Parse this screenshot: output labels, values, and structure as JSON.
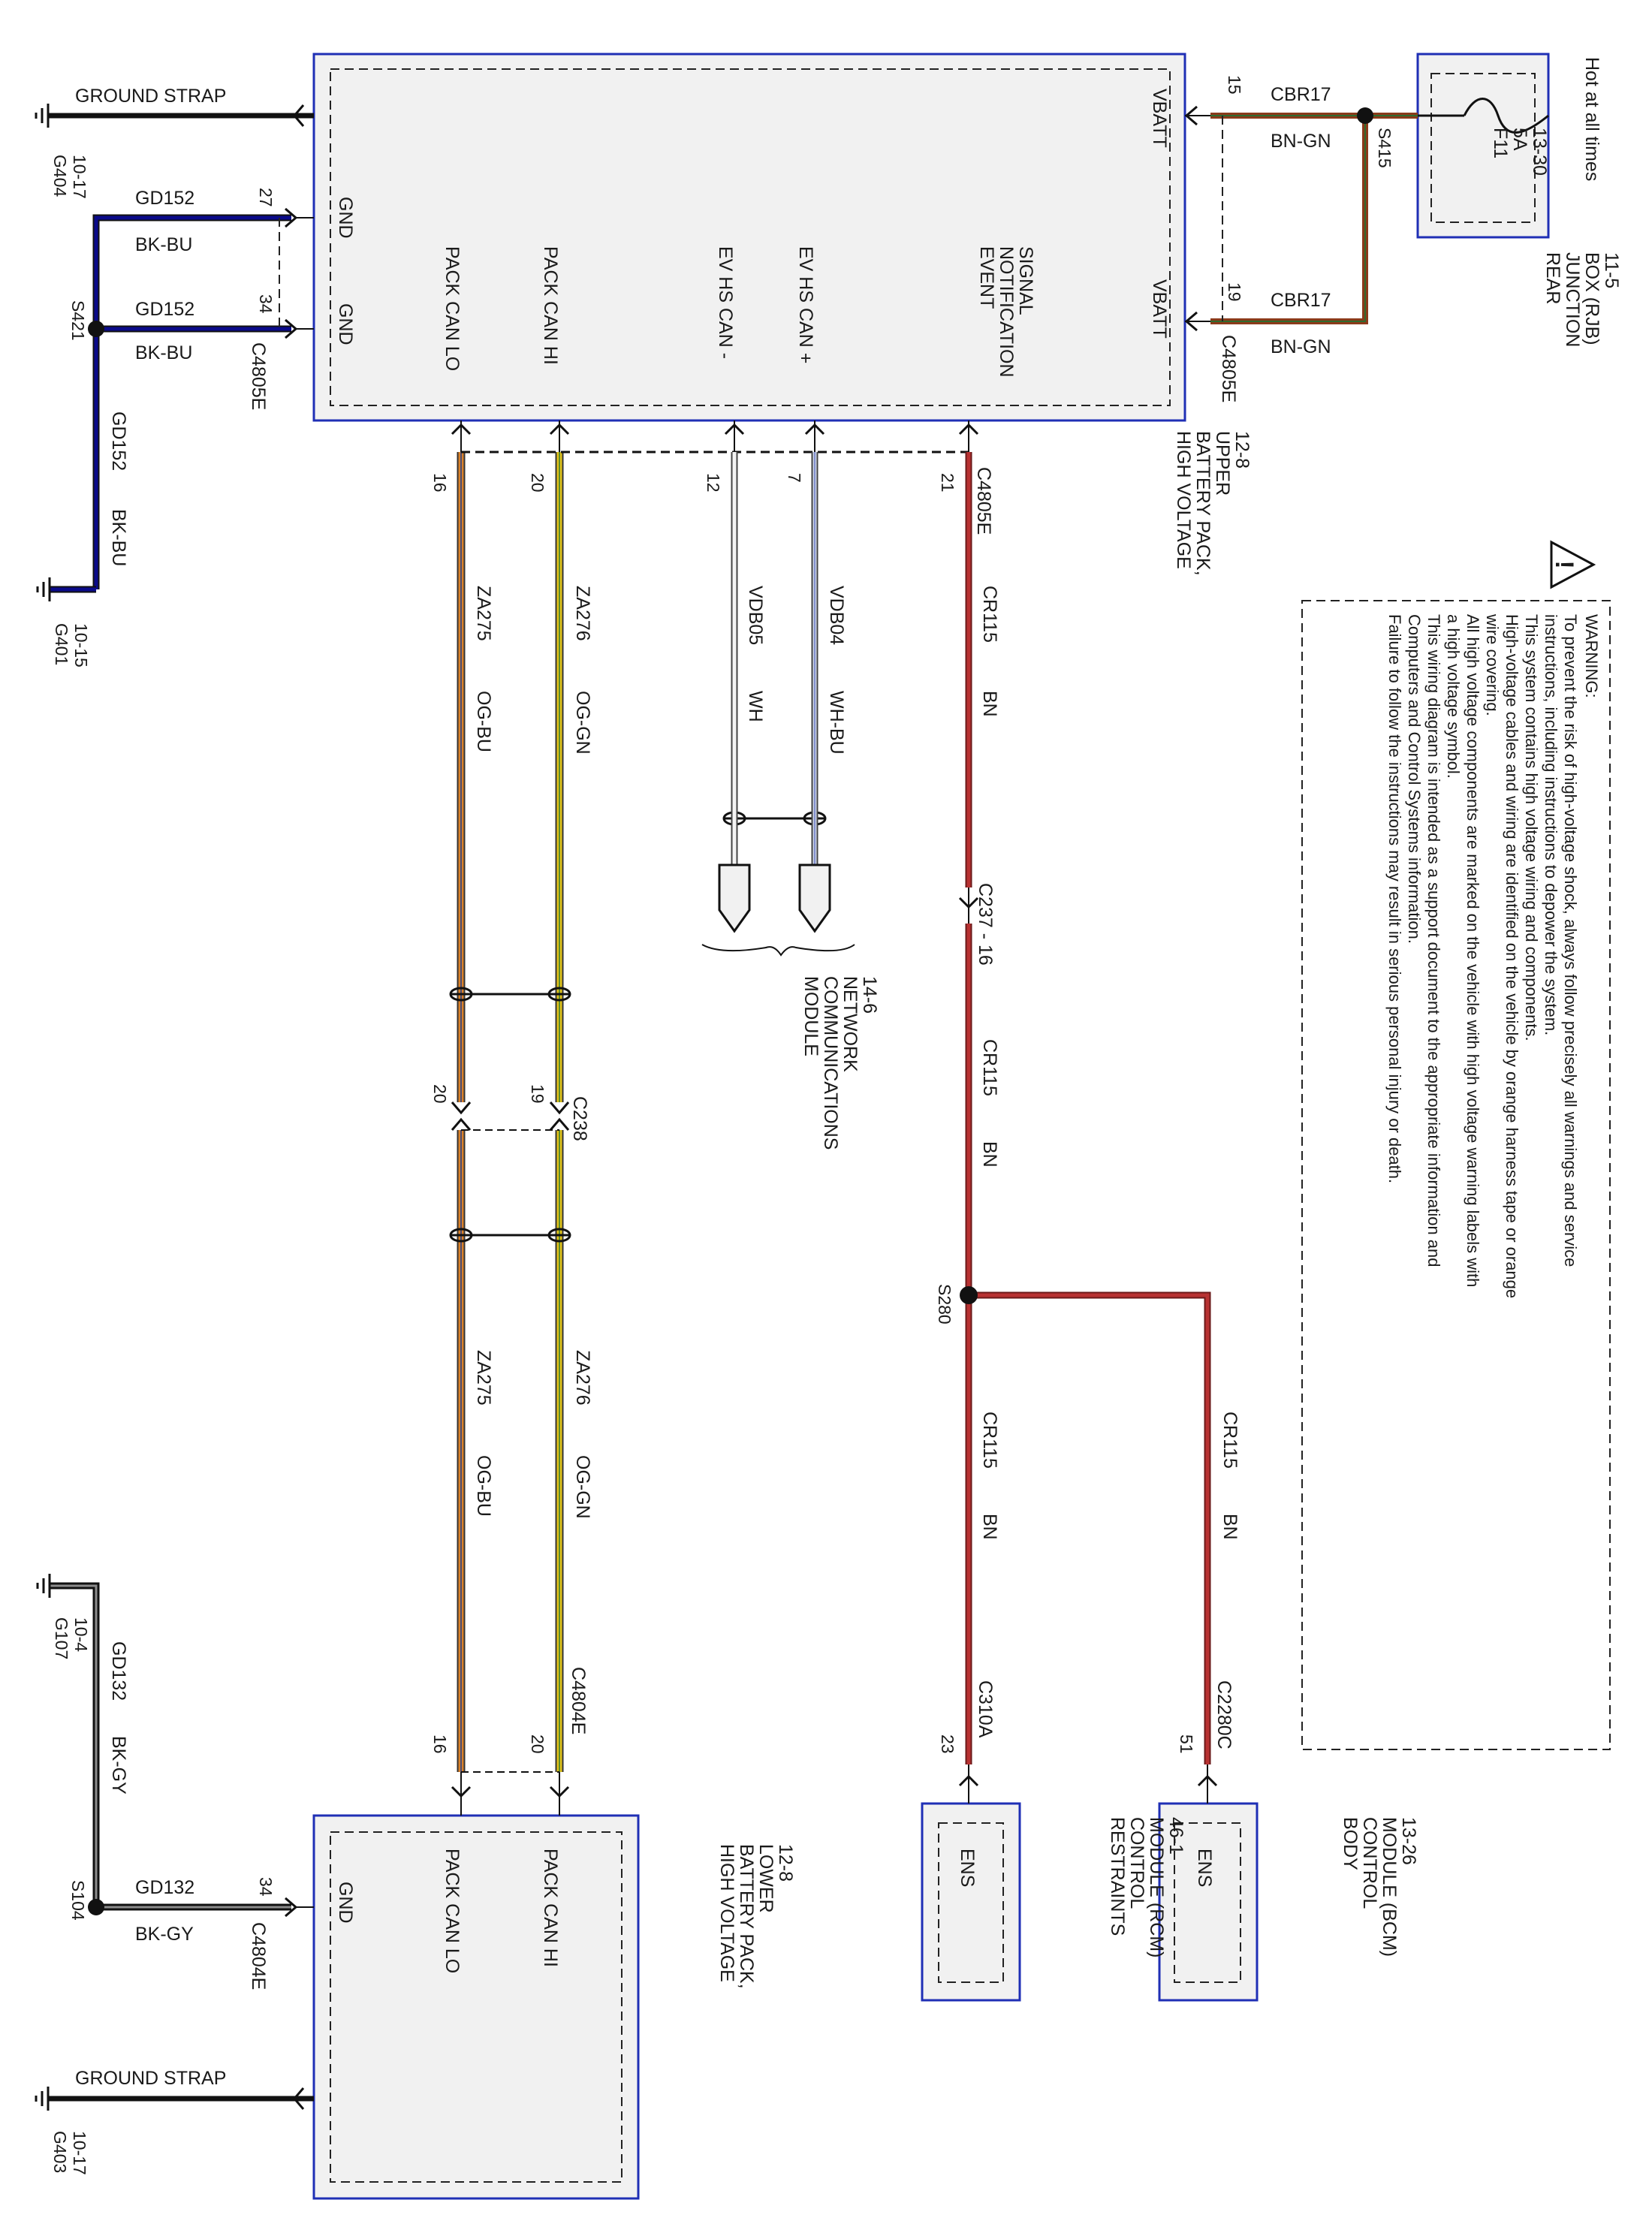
{
  "colors": {
    "box_border": "#1f2fb5",
    "module_fill": "#f1f1f1",
    "wire_BN": "#a52a2a",
    "wire_OG_BU": "#d9822b",
    "wire_OG_GN": "#d4b31a",
    "wire_BK_BU": "#0a0a8a",
    "wire_BK_GY": "#111111",
    "wire_WH": "#e8e8e8",
    "wire_WH_BU": "#cfd8ec",
    "wire_BN_GN": "#8a3a1a"
  },
  "modules": {
    "hvbp_upper": {
      "name": [
        "HIGH VOLTAGE",
        "BATTERY PACK,",
        "UPPER",
        "12-8"
      ],
      "pins": {
        "vbatt1": "VBATT",
        "vbatt2": "VBATT",
        "gnd1": "GND",
        "gnd2": "GND",
        "pack_can_lo": "PACK CAN LO",
        "pack_can_hi": "PACK CAN HI",
        "ev_hs_can_minus": "EV HS CAN -",
        "ev_hs_can_plus": "EV HS CAN +",
        "event_notification": [
          "EVENT",
          "NOTIFICATION",
          "SIGNAL"
        ]
      }
    },
    "hvbp_lower": {
      "name": [
        "HIGH VOLTAGE",
        "BATTERY PACK,",
        "LOWER",
        "12-8"
      ],
      "pins": {
        "gnd": "GND",
        "pack_can_lo": "PACK CAN LO",
        "pack_can_hi": "PACK CAN HI"
      }
    },
    "rjb": {
      "name": [
        "REAR",
        "JUNCTION",
        "BOX (RJB)",
        "11-5"
      ],
      "hot": "Hot at all times",
      "fuse": [
        "F11",
        "5A",
        "13-30"
      ]
    },
    "rcm": {
      "name": [
        "RESTRAINTS",
        "CONTROL",
        "MODULE (RCM)",
        "46-1"
      ],
      "pin": "ENS"
    },
    "bcm": {
      "name": [
        "BODY",
        "CONTROL",
        "MODULE (BCM)",
        "13-26"
      ],
      "pin": "ENS"
    },
    "mcn": {
      "name": [
        "MODULE",
        "COMMUNICATIONS",
        "NETWORK",
        "14-6"
      ]
    }
  },
  "connectors": {
    "c4805e": "C4805E",
    "c4804e": "C4804E",
    "c238": "C238",
    "c237": "C237 - 16",
    "c310a": "C310A",
    "c2280c": "C2280C"
  },
  "pins": {
    "p15": "15",
    "p19": "19",
    "p27": "27",
    "p34a": "34",
    "p16a": "16",
    "p20a": "20",
    "p12": "12",
    "p7": "7",
    "p21": "21",
    "p20b": "20",
    "p19b": "19",
    "p16b": "16",
    "p20c": "20",
    "p34b": "34",
    "p23": "23",
    "p51": "51"
  },
  "splices": {
    "s415": "S415",
    "s421": "S421",
    "s280": "S280",
    "s104": "S104"
  },
  "grounds": {
    "g404": [
      "G404",
      "10-17"
    ],
    "g401": [
      "G401",
      "10-15"
    ],
    "g107": [
      "G107",
      "10-4"
    ],
    "g403": [
      "G403",
      "10-17"
    ],
    "strap_top": "GROUND STRAP",
    "strap_bottom": "GROUND STRAP"
  },
  "wires": {
    "cbr17_top": {
      "circuit": "CBR17",
      "color": "BN-GN"
    },
    "cbr17_bot": {
      "circuit": "CBR17",
      "color": "BN-GN"
    },
    "gd152_a": {
      "circuit": "GD152",
      "color": "BK-BU"
    },
    "gd152_b": {
      "circuit": "GD152",
      "color": "BK-BU"
    },
    "gd152_c": {
      "circuit": "GD152",
      "color": "BK-BU"
    },
    "gd132_a": {
      "circuit": "GD132",
      "color": "BK-GY"
    },
    "gd132_b": {
      "circuit": "GD132",
      "color": "BK-GY"
    },
    "za275_a": {
      "circuit": "ZA275",
      "color": "OG-BU"
    },
    "za276_a": {
      "circuit": "ZA276",
      "color": "OG-GN"
    },
    "za275_b": {
      "circuit": "ZA275",
      "color": "OG-BU"
    },
    "za276_b": {
      "circuit": "ZA276",
      "color": "OG-GN"
    },
    "vdb05": {
      "circuit": "VDB05",
      "color": "WH"
    },
    "vdb04": {
      "circuit": "VDB04",
      "color": "WH-BU"
    },
    "cr115_a": {
      "circuit": "CR115",
      "color": "BN"
    },
    "cr115_b": {
      "circuit": "CR115",
      "color": "BN"
    },
    "cr115_c": {
      "circuit": "CR115",
      "color": "BN"
    },
    "cr115_d": {
      "circuit": "CR115",
      "color": "BN"
    }
  },
  "warning": {
    "title": "WARNING:",
    "lines": [
      "To prevent the risk of high-voltage shock, always follow precisely all warnings and service",
      "instructions, including instructions to depower the system.",
      "This system contains high voltage wiring and components.",
      "High-voltage cables and wiring are identified on the vehicle by orange harness tape or orange",
      "wire covering.",
      "All high voltage components are marked on the vehicle with high voltage warning labels with",
      "a high voltage symbol.",
      "This wiring diagram is intended as a support document to the appropriate information and",
      "Computers and Control Systems  information.",
      "Failure to follow the instructions may result in serious personal injury or death."
    ]
  }
}
